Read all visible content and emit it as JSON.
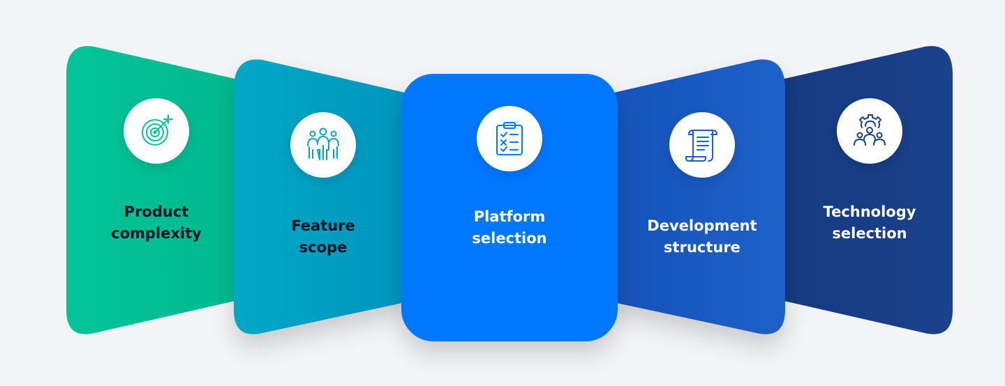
{
  "cards": [
    {
      "line1": "Product",
      "line2": "complexity",
      "icon": "target-icon",
      "color": "#02c39a",
      "text_color": "#0b1320",
      "icon_color": "#02c39a"
    },
    {
      "line1": "Feature",
      "line2": "scope",
      "icon": "team-icon",
      "color": "#00a6c4",
      "text_color": "#0b1320",
      "icon_color": "#00a6c4"
    },
    {
      "line1": "Platform",
      "line2": "selection",
      "icon": "clipboard-checklist-icon",
      "color": "#0077ff",
      "text_color": "#ffffff",
      "icon_color": "#0077ff"
    },
    {
      "line1": "Development",
      "line2": "structure",
      "icon": "scroll-document-icon",
      "color": "#1a5ec7",
      "text_color": "#ffffff",
      "icon_color": "#1a5ec7"
    },
    {
      "line1": "Technology",
      "line2": "selection",
      "icon": "gear-people-icon",
      "color": "#183f8a",
      "text_color": "#ffffff",
      "icon_color": "#183f8a"
    }
  ]
}
